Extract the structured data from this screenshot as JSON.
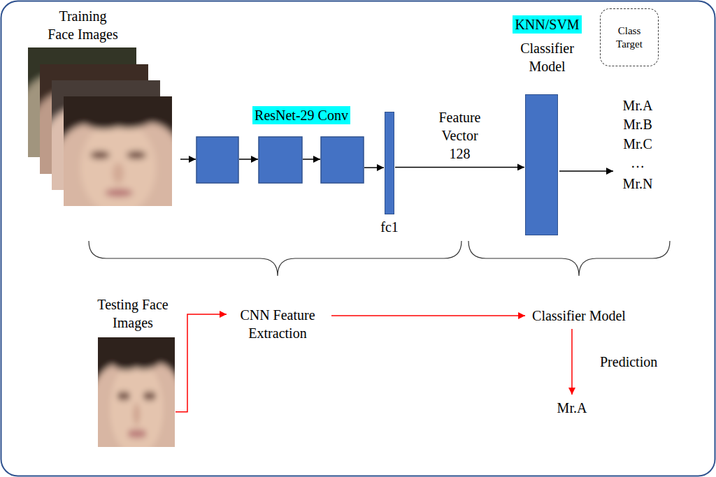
{
  "diagram": {
    "nodes": [
      {
        "text": [
          "Training Face Images"
        ]
      },
      {
        "text": [
          "fc1"
        ]
      },
      {
        "text": [
          "KNN/SVM",
          "Classifier Model"
        ]
      },
      {
        "text": [
          "Class Target"
        ]
      },
      {
        "text": [
          "Testing Face Images"
        ]
      },
      {
        "text": [
          "CNN Feature Extraction"
        ]
      },
      {
        "text": [
          "Classifier Model"
        ]
      },
      {
        "text": [
          "Mr.A"
        ]
      }
    ],
    "edges": [
      {
        "from": 1,
        "to": 2,
        "arrow": "to",
        "label": "Feature Vector 128"
      },
      {
        "from": 4,
        "to": 5,
        "arrow": "to"
      },
      {
        "from": 5,
        "to": 6,
        "arrow": "to"
      },
      {
        "from": 6,
        "to": 7,
        "arrow": "to",
        "label": "Prediction"
      }
    ],
    "labels": [
      "ResNet-29 Conv",
      "Mr.A",
      "Mr.B",
      "Mr.C",
      "…",
      "Mr.N"
    ]
  }
}
